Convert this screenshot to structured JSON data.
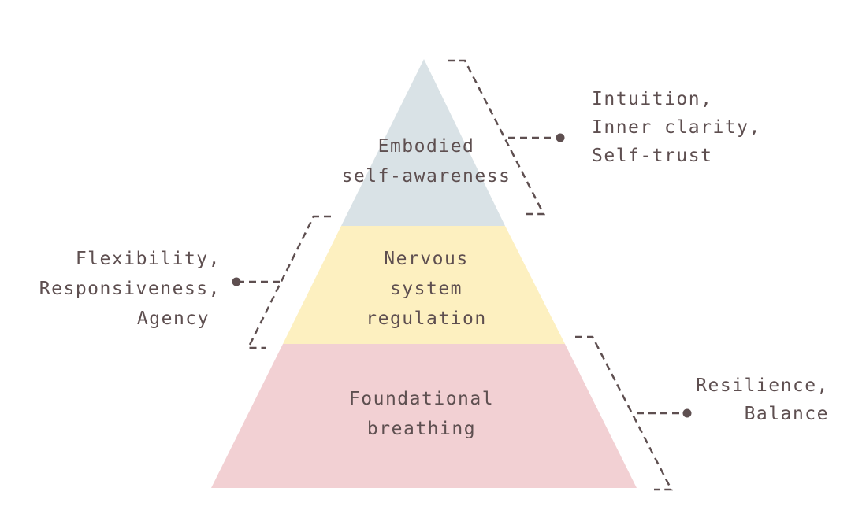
{
  "colors": {
    "top": "#d9e2e6",
    "middle": "#fdf0c0",
    "bottom": "#f2d0d3",
    "ink": "#5e4f50"
  },
  "layers": [
    {
      "lines": [
        "Embodied",
        "self-awareness"
      ],
      "benefits": [
        "Intuition,",
        "Inner clarity,",
        "Self-trust"
      ]
    },
    {
      "lines": [
        "Nervous",
        "system",
        "regulation"
      ],
      "benefits": [
        "Flexibility,",
        "Responsiveness,",
        "Agency"
      ]
    },
    {
      "lines": [
        "Foundational",
        "breathing"
      ],
      "benefits": [
        "Resilience,",
        "Balance"
      ]
    }
  ]
}
